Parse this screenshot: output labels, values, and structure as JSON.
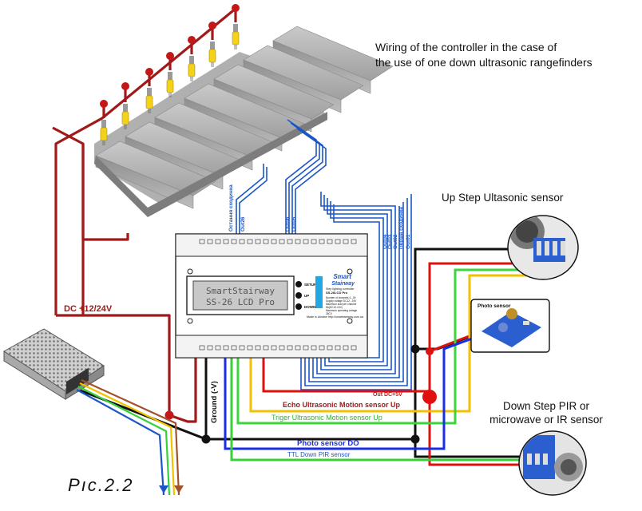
{
  "title": {
    "line1": "Wiring of the controller in the case of",
    "line2": "the use of one down ultrasonic rangefinders"
  },
  "figure_caption": "Рıс.2.2",
  "controller": {
    "lcd_line1": "SmartStairway",
    "lcd_line2": "SS-26 LCD Pro",
    "brand_line1": "Smart",
    "brand_line2": "Stairway",
    "model_caption1": "Step lighting controller",
    "model_caption2": "SS-26LCD Pro",
    "spec_lines": [
      "Number of channels      4...26",
      "Supply voltage     DC12...24V",
      "Maximum load per channel",
      "5A(DC12-24V)",
      "Maximum operating voltage",
      "26CV"
    ],
    "made_in": "Made in Ukraine http://smartstairway.com.ua",
    "button_labels": [
      "SETUP",
      "UP",
      "DOWN"
    ]
  },
  "outputs": {
    "last_step": "Остання сходинка",
    "out26": "Out26",
    "out06": "Out06",
    "out05": "Out05",
    "out04": "Out04",
    "out03": "Out03",
    "out02": "Out02",
    "first_step": "Перша сходинка",
    "out01": "Out01"
  },
  "labels": {
    "dc_supply": "DC +12/24V",
    "ground": "Ground (-V)",
    "out_dc": "Out DC+5V",
    "echo": "Echo Ultrasonic Motion sensor Up",
    "trig": "Triger Ultrasonic Motion sensor Up",
    "photo": "Photo sensor DO",
    "ttl": "TTL Down PIR sensor",
    "up_sensor": "Up Step Ultasonic sensor",
    "photo_sensor": "Photo sensor",
    "down_sensor_line1": "Down Step PIR or",
    "down_sensor_line2": "microwave or IR sensor"
  },
  "colors": {
    "supply_wire": "#a01a1a",
    "ground_wire": "#111111",
    "dc5v_wire": "#e01010",
    "echo_wire": "#f2c200",
    "trig_wire": "#3bd63b",
    "photo_wire": "#1a2ee8",
    "ttl_wire": "#36d136",
    "output_wire": "#1a56c8",
    "stair_fill": "#a9a9a9"
  },
  "icons": {
    "power_supply": "switching-power-supply",
    "led_lamp": "led-lamp-icon",
    "ultrasonic": "ultrasonic-sensor",
    "pir": "pir-sensor",
    "photo": "photo-sensor-module"
  }
}
